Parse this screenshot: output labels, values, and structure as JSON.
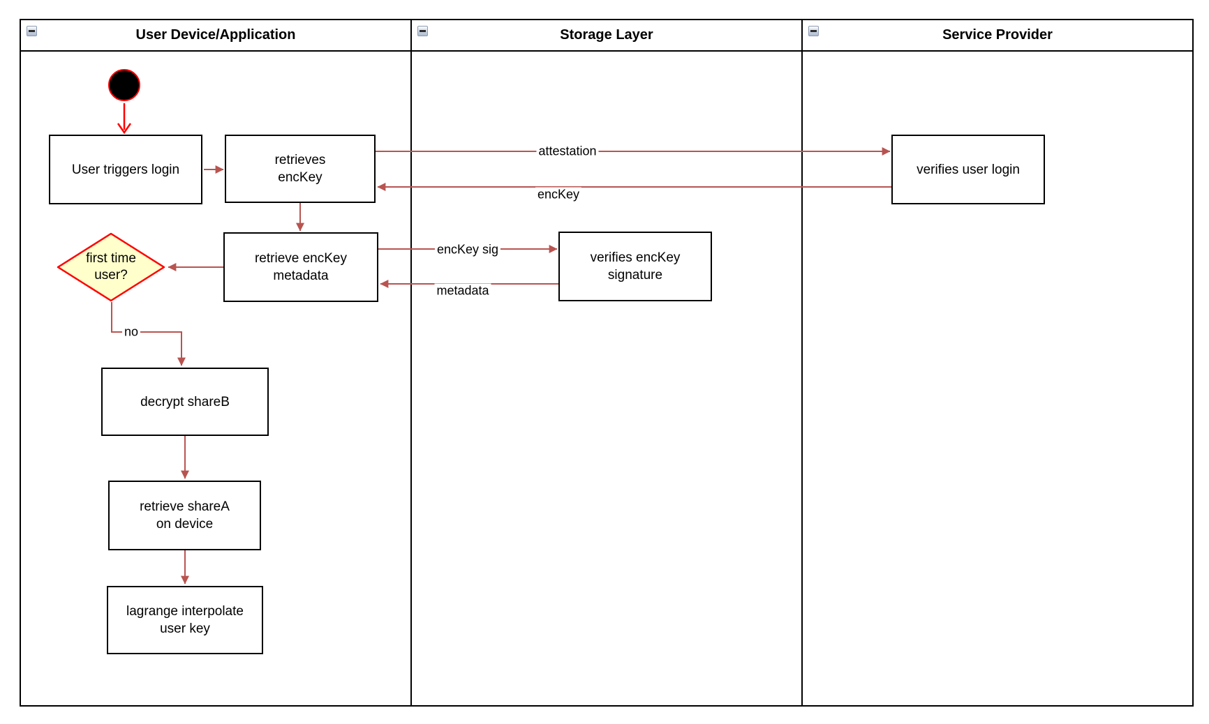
{
  "colors": {
    "connector": "#B85450",
    "start_accent": "#FF0000",
    "decision_fill": "#FFFFCC",
    "decision_border": "#FF0000",
    "node_border": "#000000",
    "node_fill": "#FFFFFF"
  },
  "lanes": [
    {
      "title": "User Device/Application"
    },
    {
      "title": "Storage Layer"
    },
    {
      "title": "Service Provider"
    }
  ],
  "nodes": {
    "user_triggers_login": "User triggers login",
    "retrieves_enckey": "retrieves\nencKey",
    "retrieve_enckey_metadata": "retrieve encKey\nmetadata",
    "first_time_user": "first time\nuser?",
    "decrypt_shareb": "decrypt shareB",
    "retrieve_sharea": "retrieve shareA\non device",
    "lagrange_interpolate": "lagrange interpolate\nuser key",
    "verifies_enckey_signature": "verifies encKey\nsignature",
    "verifies_user_login": "verifies user login"
  },
  "edge_labels": {
    "attestation": "attestation",
    "enckey": "encKey",
    "enckey_sig": "encKey sig",
    "metadata": "metadata",
    "no": "no"
  }
}
